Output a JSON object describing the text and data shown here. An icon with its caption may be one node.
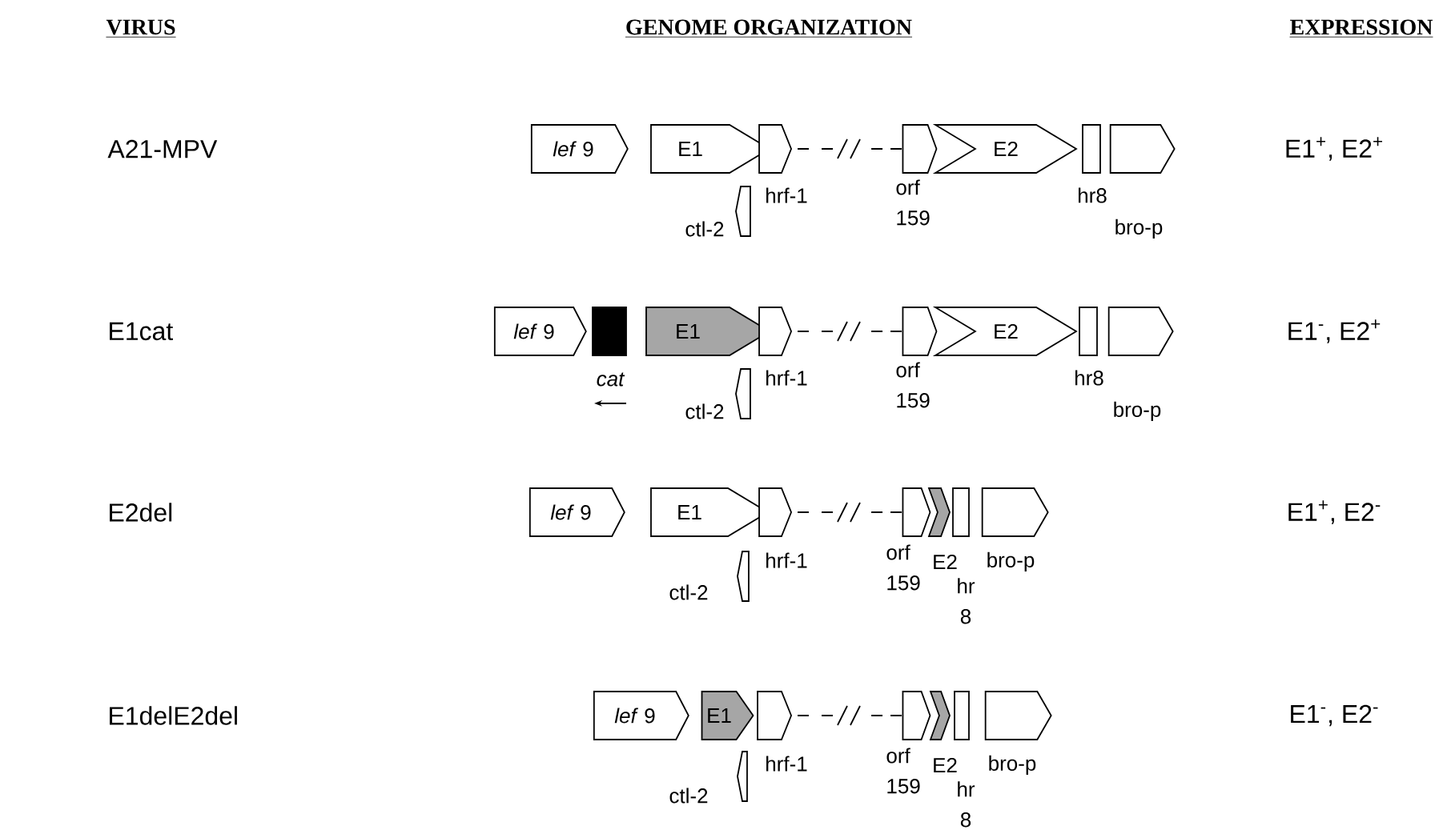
{
  "diagram": {
    "nodes": [
      {
        "text": [
          "*lef* 9"
        ]
      },
      {
        "text": [
          "E1"
        ]
      },
      {
        "text": [],
        "shape": "arrow",
        "beside": [
          "hrf-1"
        ]
      },
      {
        "text": [],
        "shape": "arrow",
        "beside": [
          "ctl-2"
        ]
      },
      {
        "text": [],
        "shape": "arrow",
        "beside": [
          "orf 159"
        ]
      },
      {
        "text": [
          "E2"
        ]
      },
      {
        "text": [],
        "shape": "box",
        "beside": [
          "hr8"
        ]
      },
      {
        "text": [],
        "shape": "arrow",
        "beside": [
          "bro-p"
        ]
      },
      {
        "text": [
          "*lef* 9"
        ]
      },
      {
        "text": [],
        "shape": "box",
        "beside": [
          "cat"
        ]
      },
      {
        "text": [
          "E1"
        ]
      },
      {
        "text": [],
        "shape": "arrow",
        "beside": [
          "hrf-1"
        ]
      },
      {
        "text": [],
        "shape": "arrow",
        "beside": [
          "ctl-2"
        ]
      },
      {
        "text": [],
        "shape": "arrow",
        "beside": [
          "orf 159"
        ]
      },
      {
        "text": [
          "E2"
        ]
      },
      {
        "text": [],
        "shape": "box",
        "beside": [
          "hr8"
        ]
      },
      {
        "text": [],
        "shape": "arrow",
        "beside": [
          "bro-p"
        ]
      },
      {
        "text": [
          "*lef* 9"
        ]
      },
      {
        "text": [
          "E1"
        ]
      },
      {
        "text": [],
        "shape": "arrow",
        "beside": [
          "hrf-1"
        ]
      },
      {
        "text": [],
        "shape": "arrow",
        "beside": [
          "ctl-2"
        ]
      },
      {
        "text": [],
        "shape": "arrow",
        "beside": [
          "orf 159"
        ]
      },
      {
        "text": [],
        "shape": "arrow",
        "beside": [
          "E2"
        ]
      },
      {
        "text": [],
        "shape": "box",
        "beside": [
          "hr 8"
        ]
      },
      {
        "text": [],
        "shape": "arrow",
        "beside": [
          "bro-p"
        ]
      },
      {
        "text": [
          "*lef* 9"
        ]
      },
      {
        "text": [
          "E1"
        ]
      },
      {
        "text": [],
        "shape": "arrow",
        "beside": [
          "hrf-1"
        ]
      },
      {
        "text": [],
        "shape": "arrow",
        "beside": [
          "ctl-2"
        ]
      },
      {
        "text": [],
        "shape": "arrow",
        "beside": [
          "orf 159"
        ]
      },
      {
        "text": [],
        "shape": "arrow",
        "beside": [
          "E2"
        ]
      },
      {
        "text": [],
        "shape": "box",
        "beside": [
          "hr 8"
        ]
      },
      {
        "text": [],
        "shape": "arrow",
        "beside": [
          "bro-p"
        ]
      }
    ],
    "edges": [
      {
        "from": 2,
        "to": 4,
        "arrow": "none",
        "style": "dashed"
      },
      {
        "from": 11,
        "to": 13,
        "arrow": "none",
        "style": "dashed"
      },
      {
        "from": 19,
        "to": 21,
        "arrow": "none",
        "style": "dashed"
      },
      {
        "from": 27,
        "to": 29,
        "arrow": "none",
        "style": "dashed"
      }
    ],
    "labels": [
      "VIRUS",
      "GENOME ORGANIZATION",
      "EXPRESSION",
      "A21-MPV",
      "E1$^{+}$, E2$^{+}$",
      "E1cat",
      "E1$^{-}$, E2$^{+}$",
      "E2del",
      "E1$^{+}$, E2$^{-}$",
      "E1delE2del",
      "E1$^{-}$, E2$^{-}$"
    ]
  }
}
